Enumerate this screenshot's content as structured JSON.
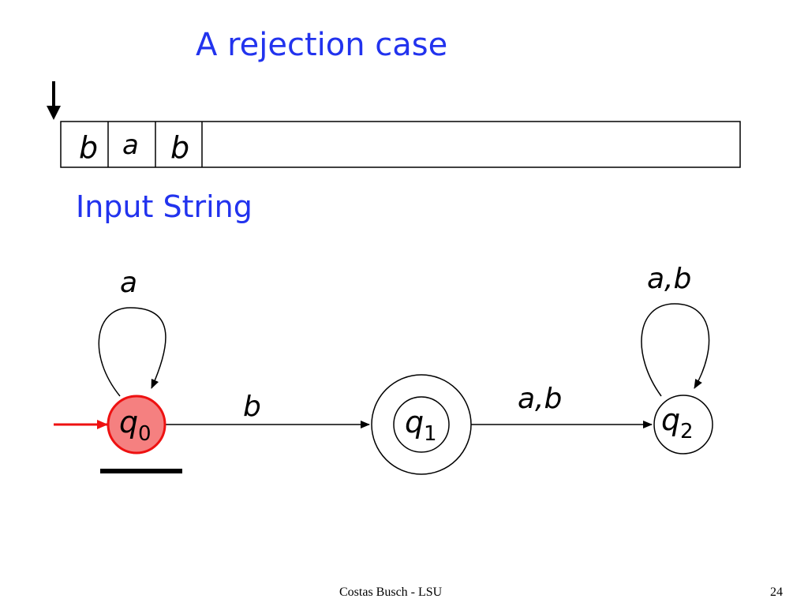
{
  "slide": {
    "title": "A rejection case",
    "subtitle": "Input String",
    "footer": "Costas Busch - LSU",
    "page_number": "24"
  },
  "tape": {
    "cells": [
      "b",
      "a",
      "b"
    ],
    "head_position": 0
  },
  "automaton": {
    "states": [
      {
        "id": "q0",
        "label": "q",
        "sub": "0",
        "initial": true,
        "accepting": false,
        "current": true,
        "fill": "#f58080",
        "stroke": "#ee1111"
      },
      {
        "id": "q1",
        "label": "q",
        "sub": "1",
        "initial": false,
        "accepting": true,
        "current": false,
        "fill": "#ffffff",
        "stroke": "#000000"
      },
      {
        "id": "q2",
        "label": "q",
        "sub": "2",
        "initial": false,
        "accepting": false,
        "current": false,
        "fill": "#ffffff",
        "stroke": "#000000"
      }
    ],
    "transitions": [
      {
        "from": "q0",
        "to": "q0",
        "label": "a"
      },
      {
        "from": "q0",
        "to": "q1",
        "label": "b"
      },
      {
        "from": "q1",
        "to": "q2",
        "label": "a,b"
      },
      {
        "from": "q2",
        "to": "q2",
        "label": "a,b"
      }
    ],
    "start_arrow_color": "#ee1111"
  }
}
